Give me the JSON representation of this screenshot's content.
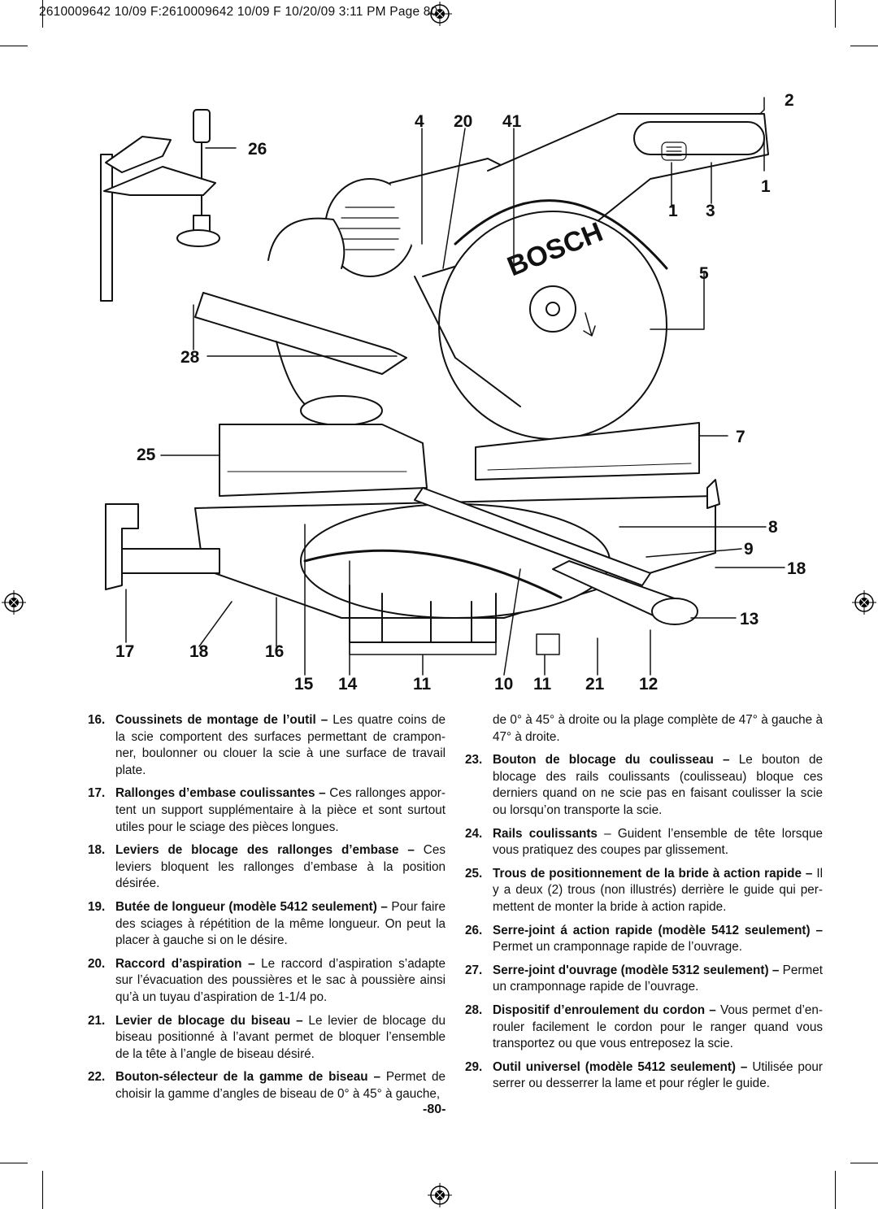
{
  "header": {
    "text": "2610009642 10/09 F:2610009642 10/09 F 10/20/09 3:11 PM Page 80"
  },
  "callouts": [
    {
      "id": "c2",
      "label": "2"
    },
    {
      "id": "c4",
      "label": "4"
    },
    {
      "id": "c20",
      "label": "20"
    },
    {
      "id": "c41",
      "label": "41"
    },
    {
      "id": "c26",
      "label": "26"
    },
    {
      "id": "c1a",
      "label": "1"
    },
    {
      "id": "c1b",
      "label": "1"
    },
    {
      "id": "c3",
      "label": "3"
    },
    {
      "id": "c5",
      "label": "5"
    },
    {
      "id": "c28",
      "label": "28"
    },
    {
      "id": "c7",
      "label": "7"
    },
    {
      "id": "c25",
      "label": "25"
    },
    {
      "id": "c8",
      "label": "8"
    },
    {
      "id": "c9",
      "label": "9"
    },
    {
      "id": "c18a",
      "label": "18"
    },
    {
      "id": "c13",
      "label": "13"
    },
    {
      "id": "c17",
      "label": "17"
    },
    {
      "id": "c18b",
      "label": "18"
    },
    {
      "id": "c16",
      "label": "16"
    },
    {
      "id": "c15",
      "label": "15"
    },
    {
      "id": "c14",
      "label": "14"
    },
    {
      "id": "c11a",
      "label": "11"
    },
    {
      "id": "c10",
      "label": "10"
    },
    {
      "id": "c11b",
      "label": "11"
    },
    {
      "id": "c21",
      "label": "21"
    },
    {
      "id": "c12",
      "label": "12"
    }
  ],
  "brand_label": "BOSCH",
  "left_items": [
    {
      "num": "16.",
      "term": "Coussinets de montage de l’outil –",
      "text": " Les quatre coins de la scie comportent des surfaces permettant de crampon-ner, boulonner ou clouer la scie à une surface de travail plate."
    },
    {
      "num": "17.",
      "term": "Rallonges d’embase coulissantes –",
      "text": " Ces rallonges appor-tent un support supplémentaire à la pièce et sont surtout utiles pour le sciage des pièces longues."
    },
    {
      "num": "18.",
      "term": "Leviers de blocage des rallonges d’embase –",
      "text": " Ces leviers bloquent les rallonges d’embase à la position désirée."
    },
    {
      "num": "19.",
      "term": "Butée de longueur (modèle 5412 seulement) –",
      "text": " Pour faire des sciages à répétition de la même longueur. On peut la placer à gauche si on le désire."
    },
    {
      "num": "20.",
      "term": "Raccord d’aspiration –",
      "text": " Le raccord d’aspiration s’adapte sur l’évacuation des poussières et le sac à poussière ainsi qu’à un tuyau d’aspiration de 1-1/4 po."
    },
    {
      "num": "21.",
      "term": "Levier de blocage du biseau –",
      "text": " Le levier de blocage du biseau positionné à l’avant permet de bloquer l’ensemble de la tête à l’angle de biseau désiré."
    },
    {
      "num": "22.",
      "term": "Bouton-sélecteur de la gamme de biseau –",
      "text": " Permet de choisir la gamme d’angles de biseau de 0° à 45° à gauche,"
    }
  ],
  "right_continuation": "de 0° à 45° à droite ou la plage complète de 47° à gauche à 47° à droite.",
  "right_items": [
    {
      "num": "23.",
      "term": "Bouton de blocage du coulisseau –",
      "text": " Le bouton de blocage des rails coulissants (coulisseau) bloque ces derniers quand on ne scie pas en faisant coulisser la scie ou lorsqu’on transporte la scie."
    },
    {
      "num": "24.",
      "term": "Rails coulissants",
      "text": " – Guident l’ensemble de tête lorsque vous pratiquez des coupes par glissement."
    },
    {
      "num": "25.",
      "term": "Trous de positionnement de la bride à action rapide –",
      "text": " Il y a deux (2) trous (non illustrés) derrière le guide qui per-mettent de monter la bride à action rapide."
    },
    {
      "num": "26.",
      "term": "Serre-joint á action rapide (modèle 5412 seulement) –",
      "text": " Permet un cramponnage rapide de l’ouvrage."
    },
    {
      "num": "27.",
      "term": "Serre-joint d'ouvrage (modèle 5312 seulement) –",
      "text": " Permet un cramponnage rapide de l’ouvrage."
    },
    {
      "num": "28.",
      "term": "Dispositif d’enroulement du cordon –",
      "text": " Vous permet d’en-rouler facilement le cordon pour le ranger quand vous transportez ou que vous entreposez la scie."
    },
    {
      "num": "29.",
      "term": "Outil universel (modèle 5412 seulement) –",
      "text": " Utilisée pour serrer ou desserrer la lame et pour régler le guide."
    }
  ],
  "page_number": "-80-"
}
